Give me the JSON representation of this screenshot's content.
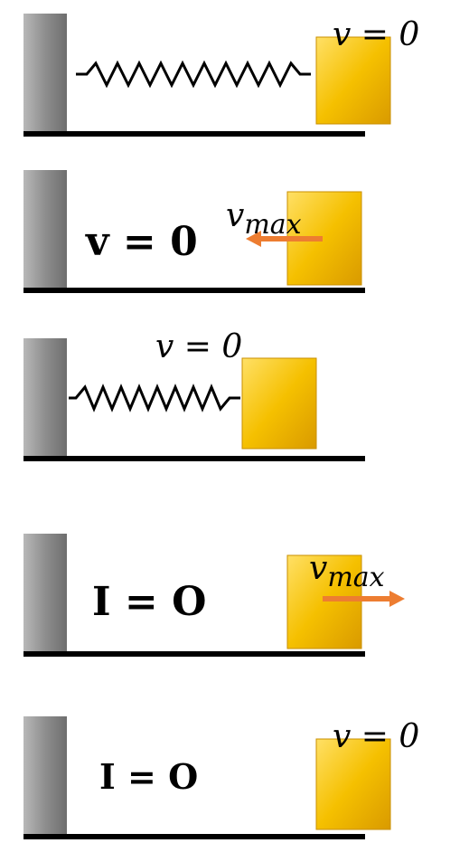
{
  "colors": {
    "wall": "#8c8c8c",
    "wall_light": "#c4c4c4",
    "block": "#f2b500",
    "block_light": "#ffd84a",
    "floor": "#000000",
    "arrow": "#ed7d31",
    "text": "#000000"
  },
  "panels": [
    {
      "spring": "extended",
      "spring_text": "",
      "velocity_label": "v = 0",
      "arrow": "none"
    },
    {
      "spring": "relaxed",
      "spring_text": "v = 0",
      "velocity_label": "v_max",
      "arrow": "left"
    },
    {
      "spring": "compressed",
      "spring_text": "",
      "velocity_label": "v = 0",
      "arrow": "none"
    },
    {
      "spring": "relaxed",
      "spring_text": "I = O",
      "velocity_label": "v_max",
      "arrow": "right"
    },
    {
      "spring": "relaxed",
      "spring_text": "I = O",
      "velocity_label": "v = 0",
      "arrow": "none"
    }
  ]
}
